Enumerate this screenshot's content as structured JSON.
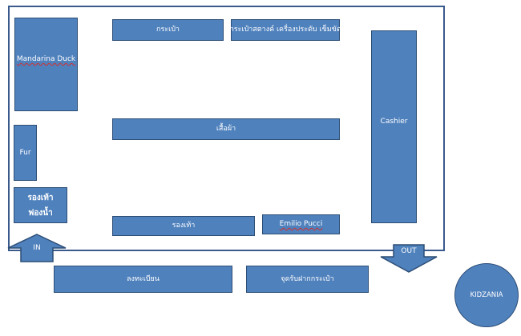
{
  "zones": {
    "mandarina_duck": "Mandarina Duck",
    "bags": "กระเป๋า",
    "bags_accessories": "กระเป๋าสตางค์ เครื่องประดับ เข็มขัด",
    "cashier": "Cashier",
    "fur": "Fur",
    "shirts": "เสื้อผ้า",
    "foam_shoes": "รองเท้าฟองน้ำ",
    "shoes": "รองเท้า",
    "emilio_pucci": "Emilio Pucci",
    "registration": "ลงทะเบียน",
    "bag_deposit": "จุดรับฝากกระเป๋า",
    "kidzania": "KIDZANIA"
  },
  "arrows": {
    "entrance": "IN",
    "exit": "OUT"
  },
  "colors": {
    "box_fill": "#4f81bd",
    "box_border": "#2c4d75",
    "outline": "#3a5a8c",
    "spellcheck_underline": "#d03030"
  }
}
